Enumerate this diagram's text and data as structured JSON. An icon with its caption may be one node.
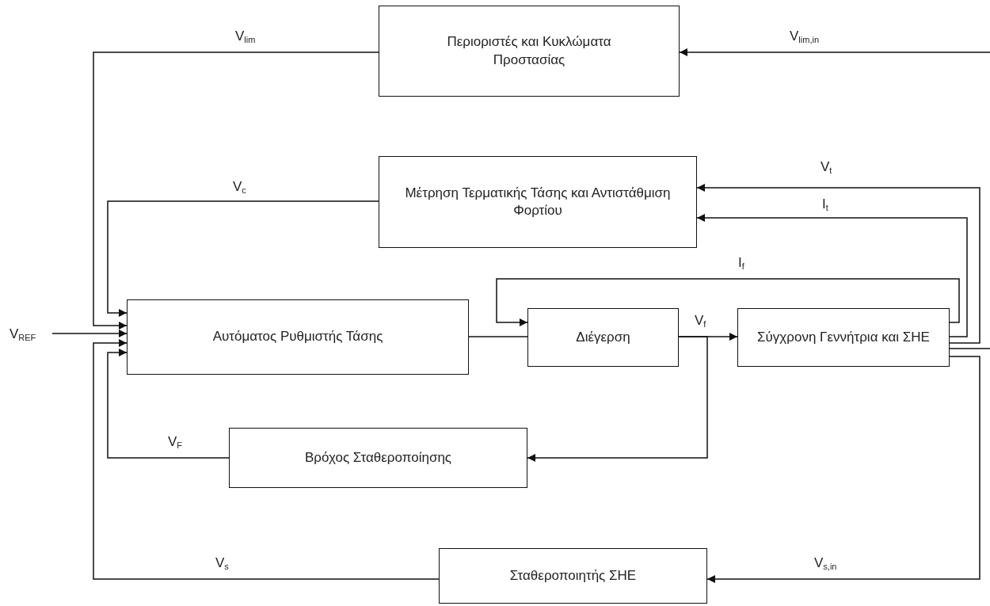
{
  "diagram": {
    "nodes": [
      {
        "text": [
          "Περιοριστές και Κυκλώματα Προστασίας"
        ]
      },
      {
        "text": [
          "Μέτρηση Τερματικής Τάσης και Αντιστάθμιση Φορτίου"
        ]
      },
      {
        "text": [
          "Αυτόματος Ρυθμιστής Τάσης"
        ]
      },
      {
        "text": [
          "Διέγερση"
        ]
      },
      {
        "text": [
          "Σύγχρονη Γεννήτρια και ΣΗΕ"
        ]
      },
      {
        "text": [
          "Βρόχος Σταθεροποίησης"
        ]
      },
      {
        "text": [
          "Σταθεροποιητής ΣΗΕ"
        ]
      }
    ],
    "edges": [
      {
        "from": 0,
        "to": 2,
        "arrow": "to",
        "label": "V$_{lim}$"
      },
      {
        "from": null,
        "to": 0,
        "arrow": "to",
        "label": "V$_{lim,in}$"
      },
      {
        "from": 1,
        "to": 2,
        "arrow": "to",
        "label": "V$_{c}$"
      },
      {
        "from": 4,
        "to": 1,
        "arrow": "to",
        "label": "V$_{t}$"
      },
      {
        "from": 4,
        "to": 1,
        "arrow": "to",
        "label": "I$_{t}$"
      },
      {
        "from": 4,
        "to": 3,
        "arrow": "to",
        "label": "I$_{f}$"
      },
      {
        "from": 4,
        "to": null,
        "arrow": "none"
      },
      {
        "from": 4,
        "to": 6,
        "arrow": "to",
        "label": "V$_{s,in}$"
      },
      {
        "from": 6,
        "to": 2,
        "arrow": "to",
        "label": "V$_{s}$"
      },
      {
        "from": 5,
        "to": 2,
        "arrow": "to",
        "label": "V$_{F}$"
      },
      {
        "from": null,
        "to": 2,
        "arrow": "to",
        "label": "V$_{REF}$"
      },
      {
        "from": 2,
        "to": 3,
        "arrow": "none"
      },
      {
        "from": 3,
        "to": 4,
        "arrow": "to",
        "label": "V$_{f}$"
      },
      {
        "from": 3,
        "to": 5,
        "arrow": "to"
      }
    ]
  }
}
